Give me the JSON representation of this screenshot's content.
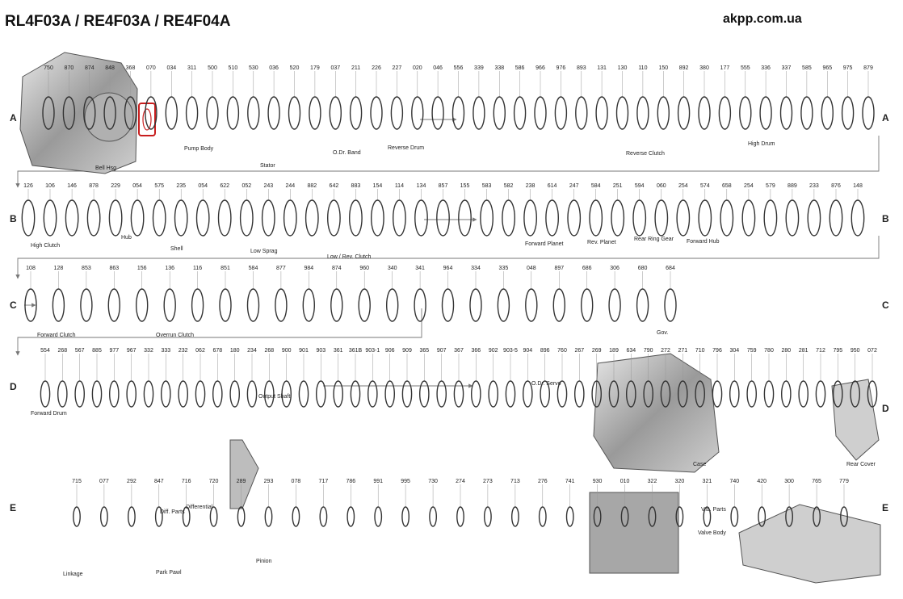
{
  "title": "RL4F03A / RE4F03A / RE4F04A",
  "site": "akpp.com.ua",
  "rows": [
    "A",
    "B",
    "C",
    "D",
    "E"
  ],
  "part_numbers": {
    "row_a": [
      "750",
      "870",
      "874",
      "848",
      "368",
      "070",
      "034",
      "311",
      "500",
      "510",
      "530",
      "036",
      "520",
      "179",
      "037",
      "211",
      "226",
      "227",
      "020",
      "046",
      "556",
      "339",
      "338",
      "586",
      "966",
      "976",
      "893",
      "131",
      "130",
      "110",
      "150",
      "892",
      "380",
      "177",
      "555",
      "336",
      "337",
      "585",
      "965",
      "975",
      "879"
    ],
    "row_b": [
      "126",
      "106",
      "146",
      "878",
      "229",
      "054",
      "575",
      "235",
      "054",
      "622",
      "052",
      "243",
      "244",
      "882",
      "642",
      "883",
      "154",
      "114",
      "134",
      "857",
      "155",
      "583",
      "582",
      "238",
      "614",
      "247",
      "584",
      "251",
      "594",
      "060",
      "254",
      "574",
      "658",
      "254",
      "579",
      "889",
      "233",
      "876",
      "148"
    ],
    "row_c": [
      "108",
      "128",
      "853",
      "863",
      "156",
      "136",
      "116",
      "851",
      "584",
      "877",
      "984",
      "874",
      "960",
      "340",
      "341",
      "964",
      "334",
      "335",
      "048",
      "897",
      "686",
      "306",
      "680",
      "684"
    ],
    "row_d": [
      "554",
      "268",
      "567",
      "885",
      "977",
      "967",
      "332",
      "333",
      "232",
      "062",
      "678",
      "180",
      "234",
      "268",
      "900",
      "901",
      "903",
      "361",
      "361B",
      "903-1",
      "906",
      "909",
      "365",
      "907",
      "367",
      "366",
      "902",
      "903-5",
      "904",
      "896",
      "760",
      "267",
      "269",
      "189",
      "634",
      "790",
      "272",
      "271",
      "710",
      "796",
      "304",
      "759",
      "780",
      "280",
      "281",
      "712",
      "795",
      "950",
      "072"
    ],
    "row_e": [
      "715",
      "077",
      "292",
      "847",
      "716",
      "720",
      "289",
      "293",
      "078",
      "717",
      "786",
      "991",
      "995",
      "730",
      "274",
      "273",
      "713",
      "276",
      "741",
      "930",
      "010",
      "322",
      "320",
      "321",
      "740",
      "420",
      "300",
      "765",
      "779"
    ]
  },
  "captions": {
    "bell_hsg": "Bell Hsg",
    "pump_body": "Pump Body",
    "stator": "Stator",
    "odr_band": "O.Dr. Band",
    "reverse_drum": "Reverse Drum",
    "reverse_clutch": "Reverse Clutch",
    "high_drum": "High Drum",
    "high_clutch": "High Clutch",
    "hub": "Hub",
    "shell": "Shell",
    "low_sprag": "Low Sprag",
    "low_rev_clutch": "Low / Rev. Clutch",
    "forward_planet": "Forward Planet",
    "rev_planet": "Rev. Planet",
    "rear_ring_gear": "Rear Ring Gear",
    "forward_hub": "Forward Hub",
    "forward_clutch": "Forward Clutch",
    "overrun_clutch": "Overrun Clutch",
    "gov": "Gov.",
    "forward_drum": "Forward Drum",
    "output_shaft": "Output Shaft",
    "odr_servo": "O.Dr. Servo",
    "case": "Case",
    "rear_cover": "Rear Cover",
    "diff_parts": "Diff. Parts",
    "differential": "Differential",
    "linkage": "Linkage",
    "park_pawl": "Park Pawl",
    "pinion": "Pinion",
    "vb_parts": "V.B. Parts",
    "valve_body": "Valve Body"
  },
  "colors": {
    "highlight": "#c81e1e",
    "ink": "#333333",
    "part_fill": "#b9b9b9"
  }
}
